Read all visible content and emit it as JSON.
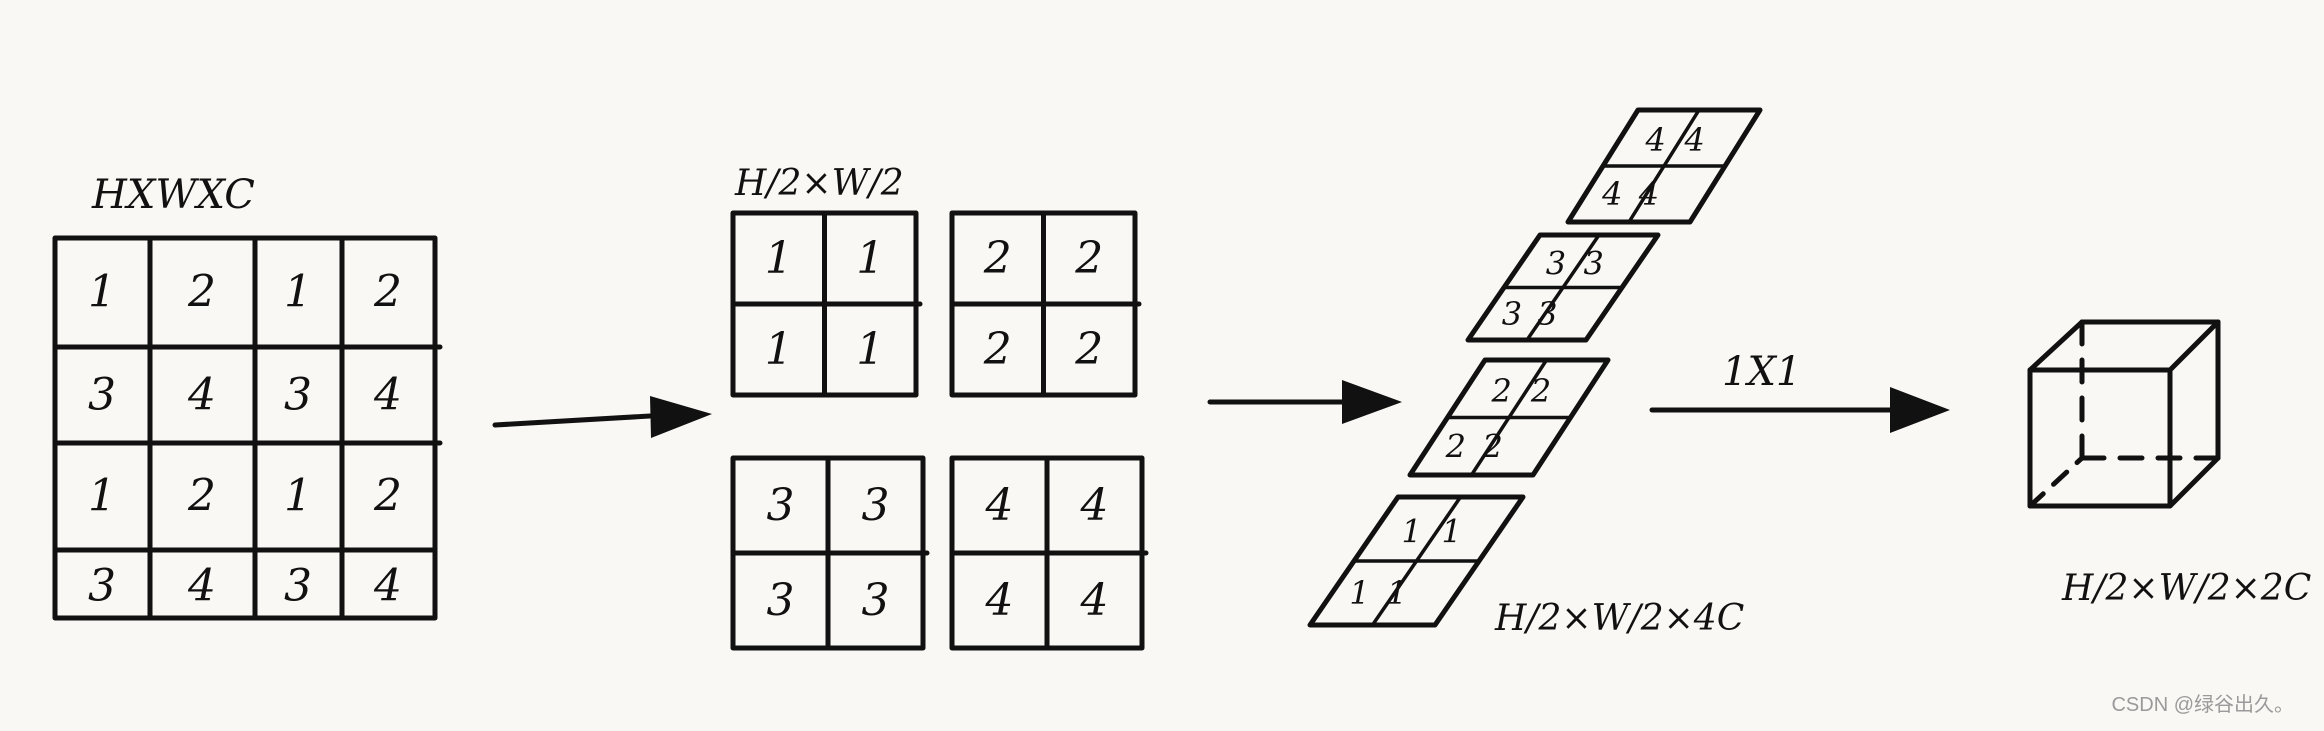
{
  "labels": {
    "input_dims": "HXWXC",
    "half_dims": "H/2×W/2",
    "stacked_dims": "H/2×W/2×4C",
    "conv_label": "1X1",
    "output_dims": "H/2×W/2×2C ."
  },
  "grid": [
    [
      "1",
      "2",
      "1",
      "2"
    ],
    [
      "3",
      "4",
      "3",
      "4"
    ],
    [
      "1",
      "2",
      "1",
      "2"
    ],
    [
      "3",
      "4",
      "3",
      "4"
    ]
  ],
  "sub_grids": [
    {
      "value": "1"
    },
    {
      "value": "2"
    },
    {
      "value": "3"
    },
    {
      "value": "4"
    }
  ],
  "stack_layers": [
    {
      "value": "4"
    },
    {
      "value": "3"
    },
    {
      "value": "2"
    },
    {
      "value": "1"
    }
  ],
  "watermark": "CSDN @绿谷出久。"
}
